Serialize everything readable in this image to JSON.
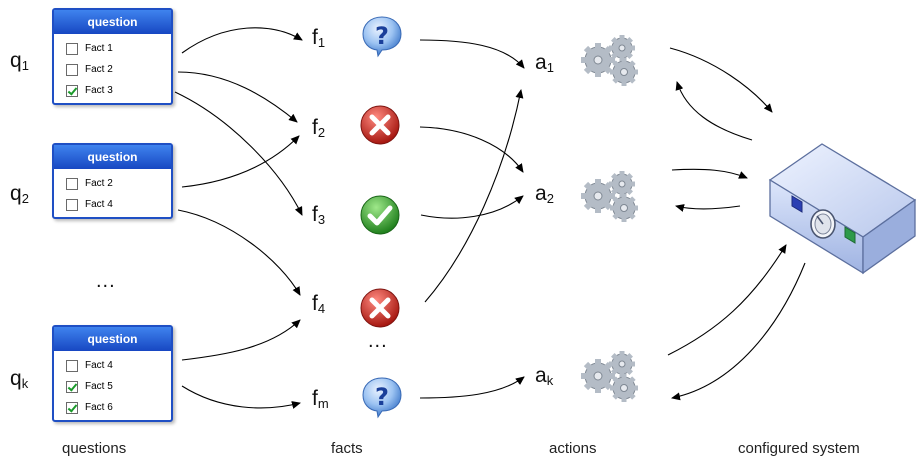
{
  "questions": [
    {
      "label": "q",
      "sub": "1",
      "title": "question",
      "facts": [
        {
          "label": "Fact 1",
          "checked": false
        },
        {
          "label": "Fact 2",
          "checked": false
        },
        {
          "label": "Fact 3",
          "checked": true
        }
      ]
    },
    {
      "label": "q",
      "sub": "2",
      "title": "question",
      "facts": [
        {
          "label": "Fact 2",
          "checked": false
        },
        {
          "label": "Fact 4",
          "checked": false
        }
      ]
    },
    {
      "label": "q",
      "sub": "k",
      "title": "question",
      "facts": [
        {
          "label": "Fact 4",
          "checked": false
        },
        {
          "label": "Fact 5",
          "checked": true
        },
        {
          "label": "Fact 6",
          "checked": true
        }
      ]
    }
  ],
  "facts": [
    {
      "label": "f",
      "sub": "1",
      "status_icon": "question-icon"
    },
    {
      "label": "f",
      "sub": "2",
      "status_icon": "cross-icon"
    },
    {
      "label": "f",
      "sub": "3",
      "status_icon": "check-icon"
    },
    {
      "label": "f",
      "sub": "4",
      "status_icon": "cross-icon"
    },
    {
      "label": "f",
      "sub": "m",
      "status_icon": "question-icon"
    }
  ],
  "actions": [
    {
      "label": "a",
      "sub": "1",
      "icon": "gears-icon"
    },
    {
      "label": "a",
      "sub": "2",
      "icon": "gears-icon"
    },
    {
      "label": "a",
      "sub": "k",
      "icon": "gears-icon"
    }
  ],
  "ellipsis": "...",
  "system_icon": "device-icon",
  "captions": {
    "questions": "questions",
    "facts": "facts",
    "actions": "actions",
    "system": "configured system"
  },
  "colors": {
    "question_header": "#2a63dd",
    "question_badge": "#2f6fd8",
    "cross_badge": "#c8261e",
    "check_badge": "#2fa52a",
    "gear": "#b4bcc6",
    "device": "#b8c7ea"
  }
}
